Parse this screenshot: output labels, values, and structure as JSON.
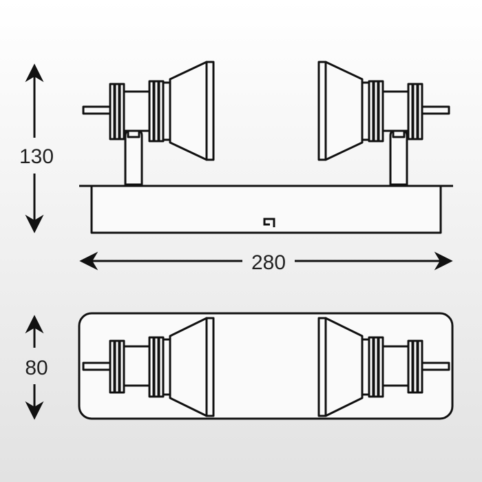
{
  "dimensions": {
    "height": "130",
    "width": "280",
    "depth": "80"
  },
  "colors": {
    "line": "#111111",
    "fill": "#fafafa"
  }
}
